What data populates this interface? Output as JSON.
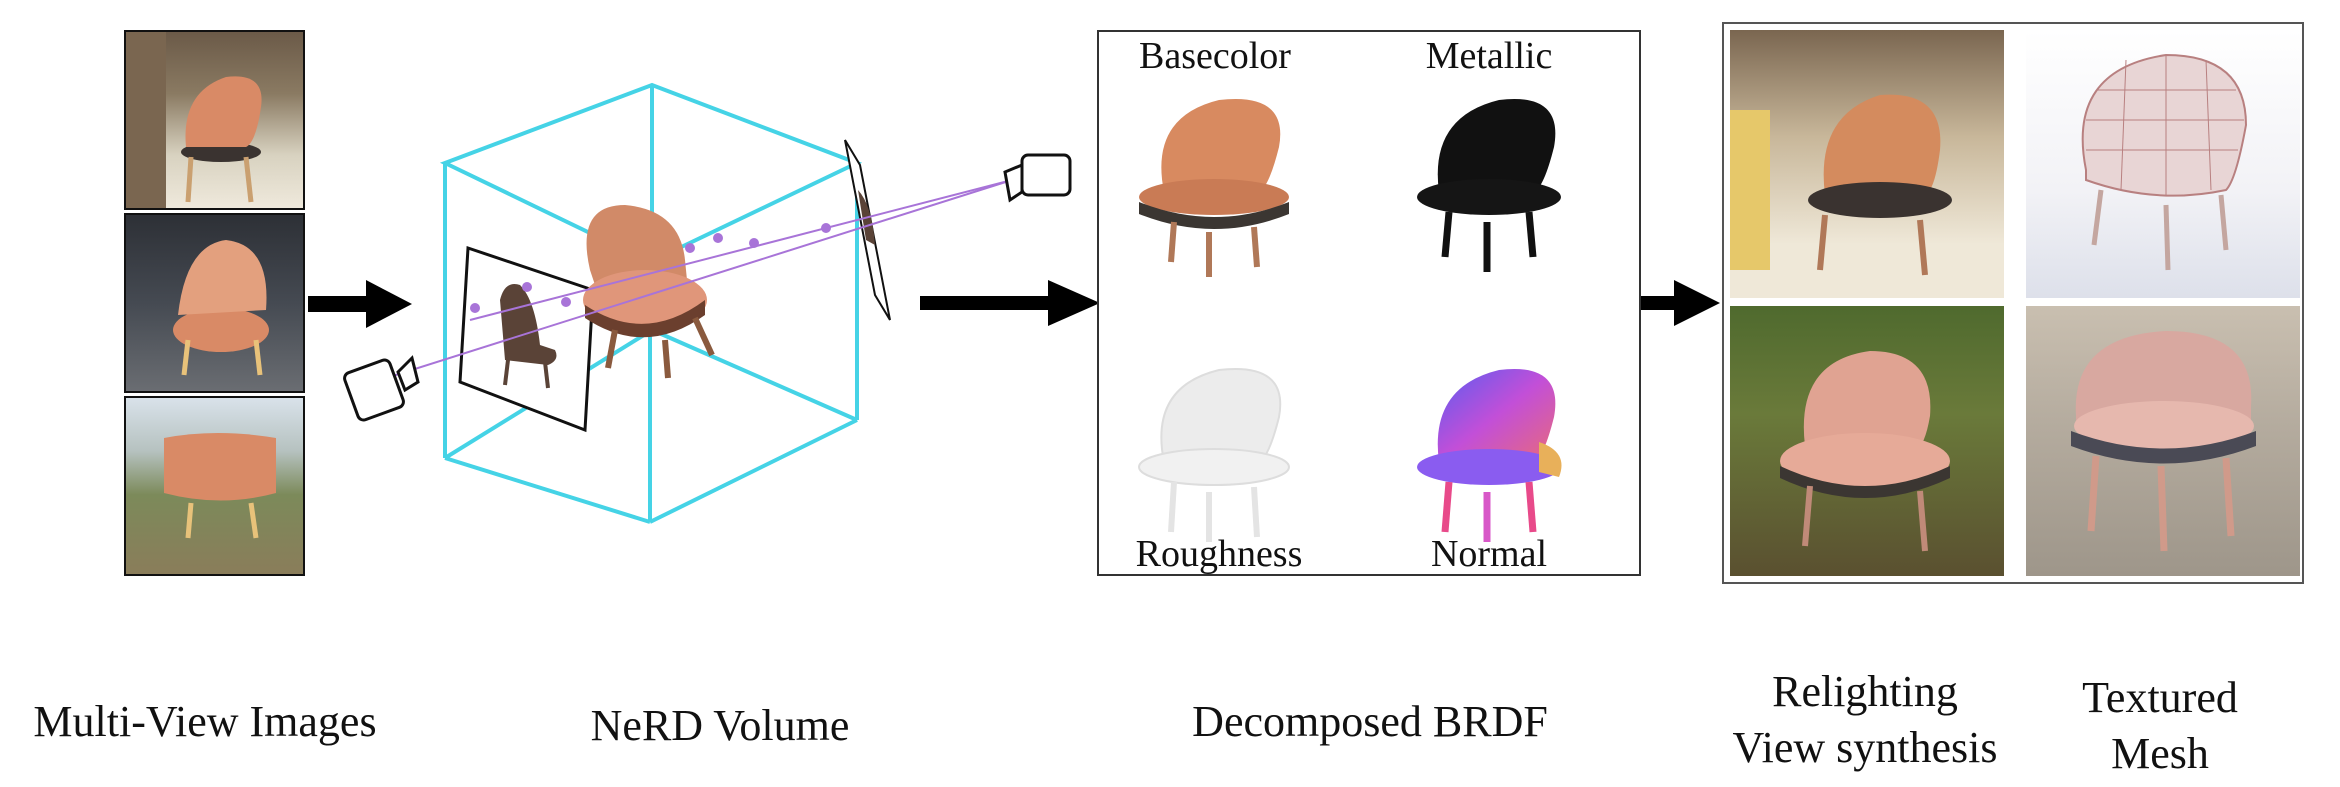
{
  "captions": {
    "multiview": "Multi-View Images",
    "nerd_volume": "NeRD Volume",
    "decomposed_brdf": "Decomposed BRDF",
    "relighting_line1": "Relighting",
    "relighting_line2": "View synthesis",
    "textured_line1": "Textured",
    "textured_line2": "Mesh"
  },
  "brdf_labels": {
    "basecolor": "Basecolor",
    "metallic": "Metallic",
    "roughness": "Roughness",
    "normal": "Normal"
  },
  "colors": {
    "cube": "#45d3e6",
    "ray": "#a874d8",
    "chair_base": "#d98a66",
    "chair_dark": "#4a3a33",
    "arrow": "#000000"
  }
}
